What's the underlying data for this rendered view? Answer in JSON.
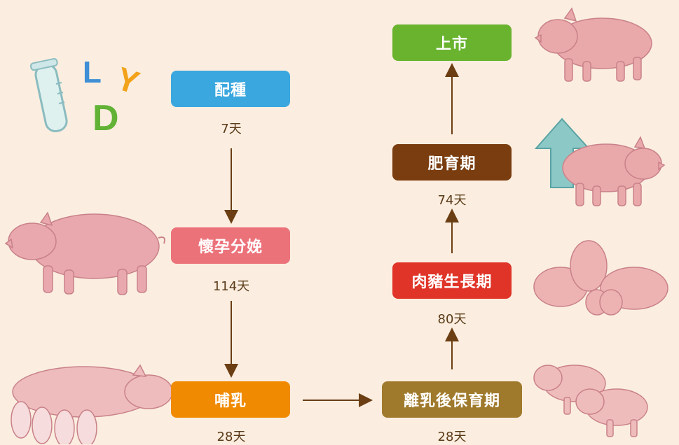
{
  "stages": {
    "breeding": {
      "label": "配種",
      "duration": "7天",
      "color": "#3aa7de"
    },
    "gestation": {
      "label": "懷孕分娩",
      "duration": "114天",
      "color": "#ec727a"
    },
    "lactation": {
      "label": "哺乳",
      "duration": "28天",
      "color": "#f08a00"
    },
    "nursery": {
      "label": "離乳後保育期",
      "duration": "28天",
      "color": "#a07a2c"
    },
    "grower": {
      "label": "肉豬生長期",
      "duration": "80天",
      "color": "#e03428"
    },
    "finisher": {
      "label": "肥育期",
      "duration": "74天",
      "color": "#7a3d10"
    },
    "market": {
      "label": "上市",
      "color": "#69b32e"
    }
  },
  "breed_letters": {
    "l": "L",
    "y": "Y",
    "d": "D"
  },
  "colors": {
    "arrow": "#6b3e14",
    "background": "#fbeee0"
  }
}
